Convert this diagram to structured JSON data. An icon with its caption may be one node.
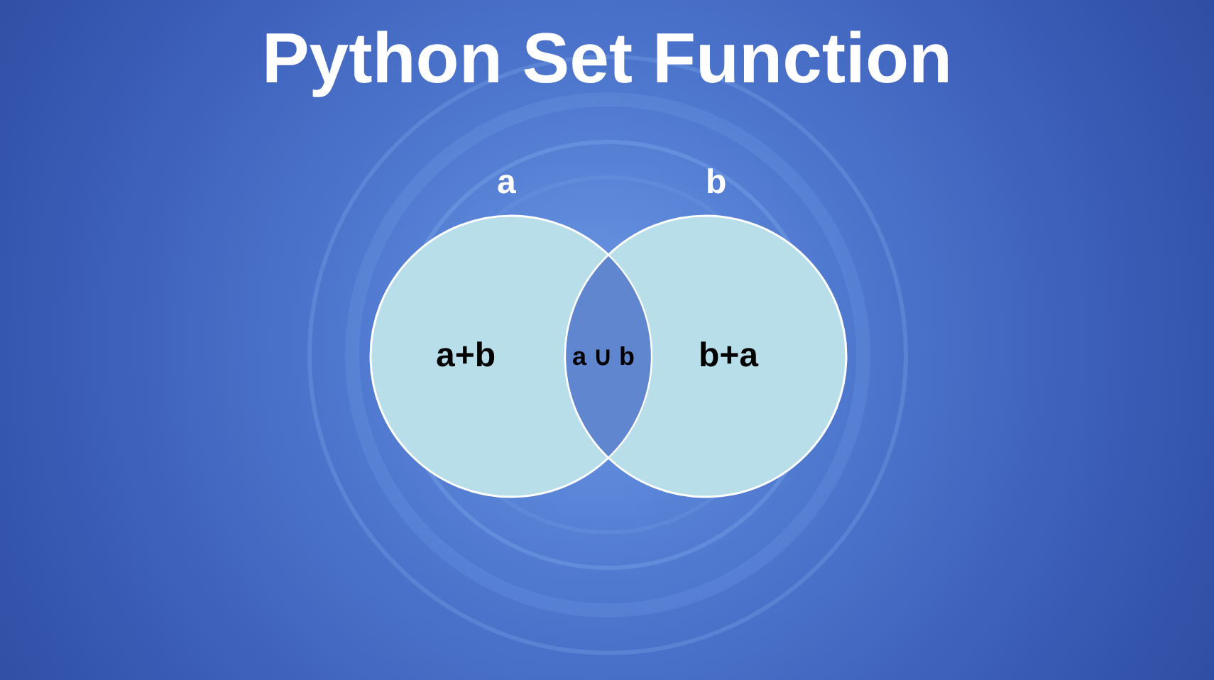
{
  "diagram": {
    "title": "Python Set Function",
    "nodes": [
      {
        "text": [
          "a",
          "a+b"
        ]
      },
      {
        "text": [
          "b",
          "b+a"
        ]
      }
    ],
    "labels": [
      "a ∪ b"
    ]
  }
}
